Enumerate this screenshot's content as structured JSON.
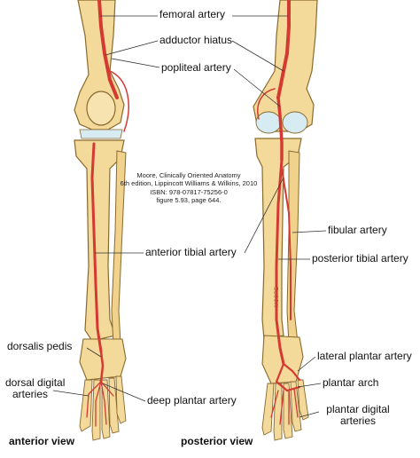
{
  "labels": {
    "femoral_artery": "femoral artery",
    "adductor_hiatus": "adductor hiatus",
    "popliteal_artery": "popliteal artery",
    "fibular_artery": "fibular artery",
    "anterior_tibial_artery": "anterior tibial artery",
    "posterior_tibial_artery": "posterior tibial artery",
    "dorsalis_pedis": "dorsalis pedis",
    "lateral_plantar_artery": "lateral plantar artery",
    "plantar_arch": "plantar arch",
    "deep_plantar_artery": "deep plantar artery",
    "dorsal_digital_arteries_1": "dorsal digital",
    "dorsal_digital_arteries_2": "arteries",
    "plantar_digital_arteries_1": "plantar digital",
    "plantar_digital_arteries_2": "arteries"
  },
  "citation": {
    "line1": "Moore, Clinically Oriented Anatomy",
    "line2": "6th edition, Lippincott Williams & Wilkins, 2010",
    "line3": "ISBN: 978-07817-75256-0",
    "line4": "figure 5.93, page 644."
  },
  "views": {
    "anterior": "anterior view",
    "posterior": "posterior view"
  },
  "artist_signature": "MOORE",
  "colors": {
    "bone": "#f3d99a",
    "bone_outline": "#8a6a2c",
    "artery": "#d43a32",
    "artery_dark": "#a52520",
    "cartilage": "#d6ecf2",
    "leader": "#333333"
  }
}
